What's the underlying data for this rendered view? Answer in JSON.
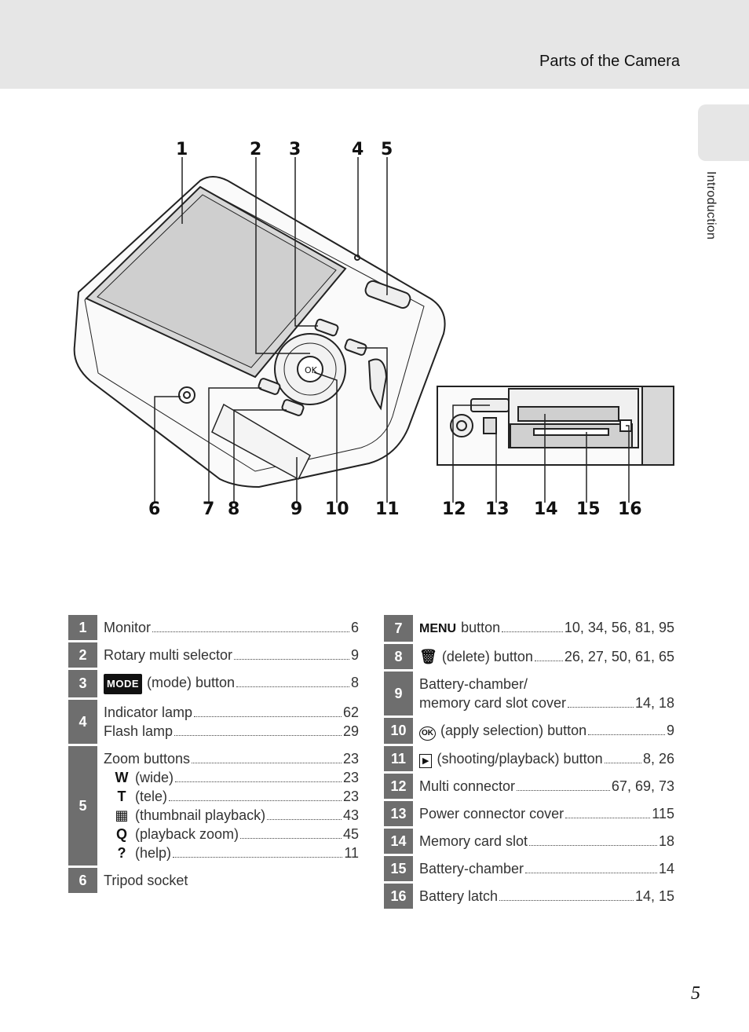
{
  "header": {
    "title": "Parts of the Camera"
  },
  "side_tab": {
    "label": "Introduction"
  },
  "page_number": "5",
  "callouts": [
    "1",
    "2",
    "3",
    "4",
    "5",
    "6",
    "7",
    "8",
    "9",
    "10",
    "11",
    "12",
    "13",
    "14",
    "15",
    "16"
  ],
  "icons": {
    "mode": "MODE",
    "menu": "MENU",
    "delete": "🗑",
    "apply": "OK",
    "playback": "▶",
    "wide": "W",
    "tele": "T",
    "thumbnail": "▦",
    "zoom": "Q",
    "help": "?"
  },
  "left_table": [
    {
      "num": "1",
      "label": "Monitor",
      "page": "6"
    },
    {
      "num": "2",
      "label": "Rotary multi selector",
      "page": "9"
    },
    {
      "num": "3",
      "label": "(mode) button",
      "page": "8"
    },
    {
      "num": "4",
      "line1": {
        "label": "Indicator lamp",
        "page": "62"
      },
      "line2": {
        "label": "Flash lamp",
        "page": "29"
      }
    },
    {
      "num": "5",
      "label": "Zoom buttons",
      "page": "23",
      "subs": [
        {
          "label": "(wide)",
          "page": "23"
        },
        {
          "label": "(tele)",
          "page": "23"
        },
        {
          "label": "(thumbnail playback)",
          "page": "43"
        },
        {
          "label": "(playback zoom)",
          "page": "45"
        },
        {
          "label": "(help)",
          "page": "11"
        }
      ]
    },
    {
      "num": "6",
      "label": "Tripod socket"
    }
  ],
  "right_table": [
    {
      "num": "7",
      "label": "button",
      "page": "10, 34, 56, 81, 95"
    },
    {
      "num": "8",
      "label": "(delete) button",
      "page": "26, 27, 50, 61, 65"
    },
    {
      "num": "9",
      "line1": "Battery-chamber/",
      "label": "memory card slot cover",
      "page": "14, 18"
    },
    {
      "num": "10",
      "label": "(apply selection) button",
      "page": "9"
    },
    {
      "num": "11",
      "label": "(shooting/playback) button",
      "page": "8, 26"
    },
    {
      "num": "12",
      "label": "Multi connector",
      "page": "67, 69, 73"
    },
    {
      "num": "13",
      "label": "Power connector cover",
      "page": "115"
    },
    {
      "num": "14",
      "label": "Memory card slot",
      "page": "18"
    },
    {
      "num": "15",
      "label": "Battery-chamber",
      "page": "14"
    },
    {
      "num": "16",
      "label": "Battery latch",
      "page": "14, 15"
    }
  ]
}
